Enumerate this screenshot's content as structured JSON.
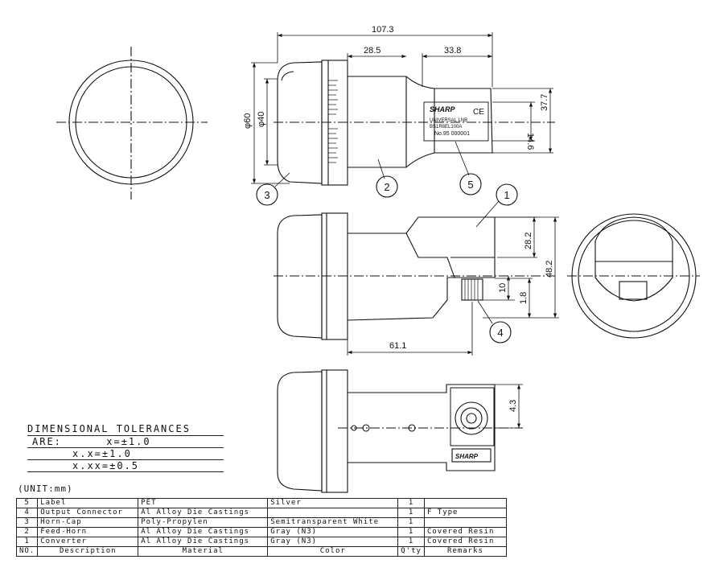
{
  "dimensions": {
    "overall_length": "107.3",
    "horn_length": "28.5",
    "body_length": "33.8",
    "outer_diameter": "φ60",
    "inner_diameter": "φ40",
    "label_height": "14.6",
    "body_height": "37.7",
    "converter_height": "28.2",
    "total_height": "48.2",
    "connector_offset": "10",
    "connector_gap": "1.8",
    "connector_distance": "61.1",
    "side_offset": "4.3"
  },
  "callouts": [
    "1",
    "2",
    "3",
    "4",
    "5"
  ],
  "label_plate": {
    "brand": "SHARP",
    "mark": "CE",
    "line1": "UNIVERSAL LNB",
    "line2": "BS1R8EL100A",
    "line3": "No.95 000001"
  },
  "connector_brand": "SHARP",
  "tolerances": {
    "title": "DIMENSIONAL TOLERANCES",
    "row1": "ARE:      x=±1.0",
    "row2": "x.x=±1.0",
    "row3": "x.xx=±0.5"
  },
  "unit": "(UNIT:mm)",
  "bom": {
    "header": {
      "no": "NO.",
      "desc": "Description",
      "mat": "Material",
      "color": "Color",
      "qty": "Q'ty",
      "remarks": "Remarks"
    },
    "rows": [
      {
        "no": "5",
        "desc": "Label",
        "mat": "PET",
        "color": "Silver",
        "qty": "1",
        "remarks": ""
      },
      {
        "no": "4",
        "desc": "Output Connector",
        "mat": "Al Alloy Die Castings",
        "color": "",
        "qty": "1",
        "remarks": "F Type"
      },
      {
        "no": "3",
        "desc": "Horn-Cap",
        "mat": "Poly-Propylen",
        "color": "Semitransparent White",
        "qty": "1",
        "remarks": ""
      },
      {
        "no": "2",
        "desc": "Feed-Horn",
        "mat": "Al Alloy Die Castings",
        "color": "Gray (N3)",
        "qty": "1",
        "remarks": "Covered Resin"
      },
      {
        "no": "1",
        "desc": "Converter",
        "mat": "Al Alloy Die Castings",
        "color": "Gray (N3)",
        "qty": "1",
        "remarks": "Covered Resin"
      }
    ]
  }
}
